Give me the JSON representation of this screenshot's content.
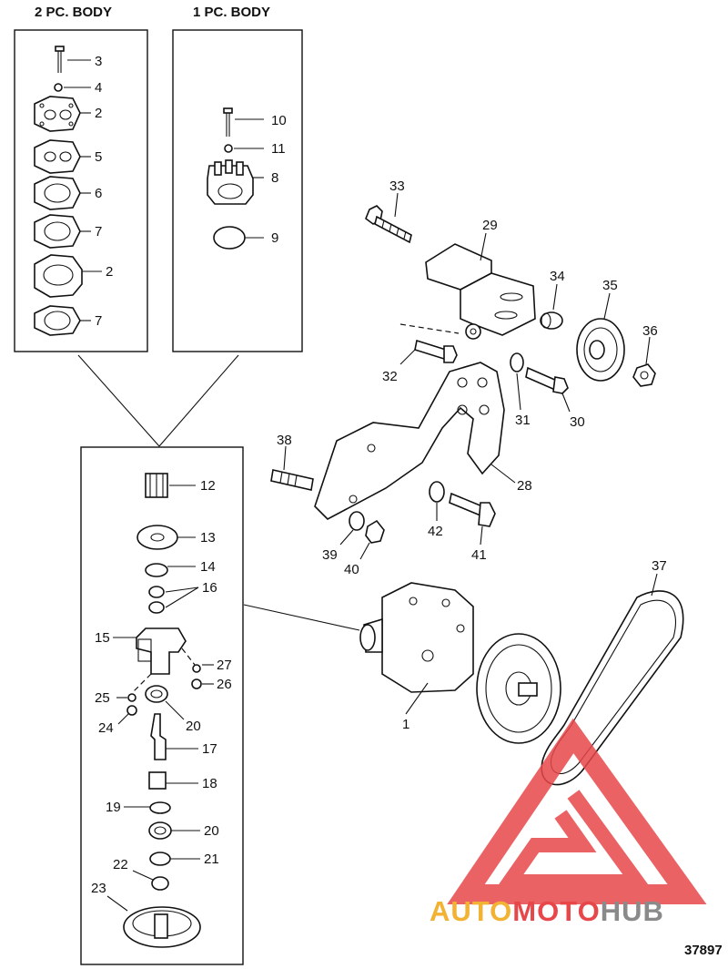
{
  "headers": {
    "two_piece": "2 PC. BODY",
    "one_piece": "1 PC. BODY"
  },
  "callouts": {
    "p1": "1",
    "p2a": "2",
    "p2b": "2",
    "p3": "3",
    "p4": "4",
    "p5": "5",
    "p6": "6",
    "p7a": "7",
    "p7b": "7",
    "p8": "8",
    "p9": "9",
    "p10": "10",
    "p11": "11",
    "p12": "12",
    "p13": "13",
    "p14": "14",
    "p15": "15",
    "p16": "16",
    "p17": "17",
    "p18": "18",
    "p19": "19",
    "p20a": "20",
    "p20b": "20",
    "p21": "21",
    "p22": "22",
    "p23": "23",
    "p24": "24",
    "p25": "25",
    "p26": "26",
    "p27": "27",
    "p28": "28",
    "p29": "29",
    "p30": "30",
    "p31": "31",
    "p32": "32",
    "p33": "33",
    "p34": "34",
    "p35": "35",
    "p36": "36",
    "p37": "37",
    "p38": "38",
    "p39": "39",
    "p40": "40",
    "p41": "41",
    "p42": "42"
  },
  "figure_number": "37897",
  "watermark": {
    "auto": "AUTO",
    "moto": "MOTO",
    "hub": "HUB",
    "colors": {
      "red": "#e8474a",
      "orange": "#f2b233",
      "gray": "#8a8a8a"
    }
  }
}
